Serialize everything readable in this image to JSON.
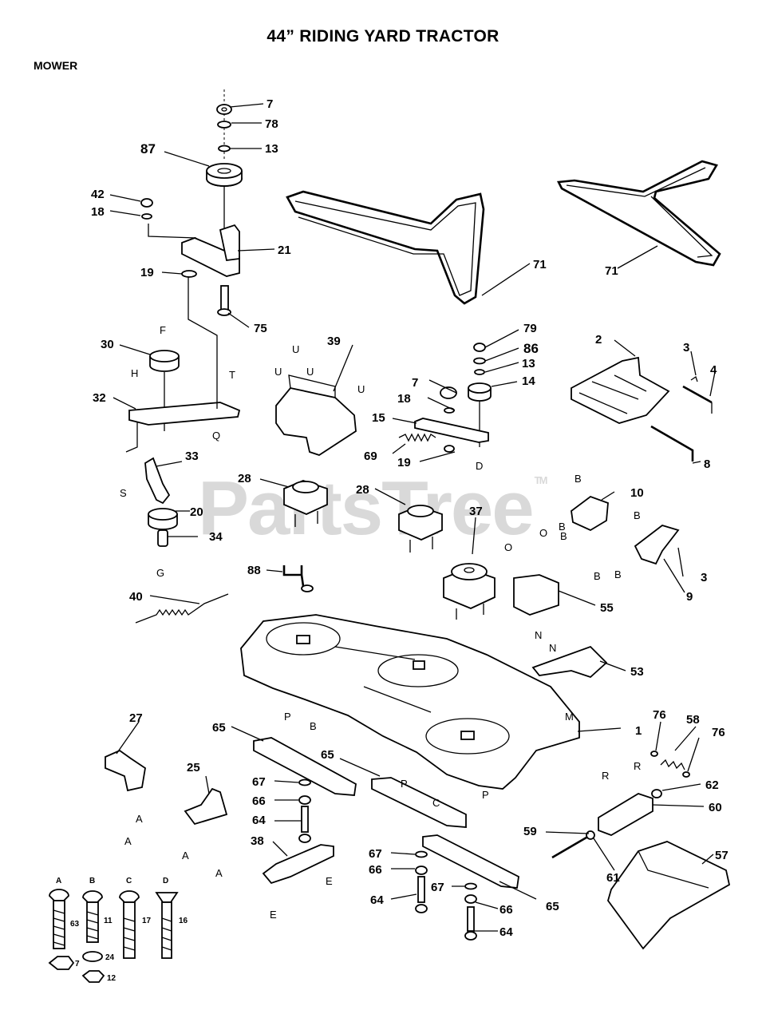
{
  "title": "44” RIDING YARD TRACTOR",
  "section": "MOWER",
  "watermark": "PartsTree",
  "watermark_mark": "TM",
  "hardware_keys": [
    "A",
    "B",
    "C",
    "D"
  ],
  "hardware_refs": [
    "63",
    "11",
    "17",
    "16",
    "7",
    "24",
    "12"
  ],
  "callouts": {
    "p7a": "7",
    "p78": "78",
    "p13a": "13",
    "p87": "87",
    "p42": "42",
    "p18a": "18",
    "p21": "21",
    "p19a": "19",
    "p75": "75",
    "p71a": "71",
    "p71b": "71",
    "p79": "79",
    "p86a": "86",
    "p13b": "13",
    "p14": "14",
    "p7b": "7",
    "p18b": "18",
    "p15": "15",
    "p69": "69",
    "p19b": "19",
    "p2": "2",
    "p3a": "3",
    "p4": "4",
    "p8": "8",
    "p30": "30",
    "p32": "32",
    "p33": "33",
    "p20": "20",
    "p34": "34",
    "p39": "39",
    "p28a": "28",
    "p28b": "28",
    "p37": "37",
    "p10": "10",
    "p9": "9",
    "p3b": "3",
    "p88": "88",
    "p40": "40",
    "p55": "55",
    "p53": "53",
    "p1": "1",
    "p27": "27",
    "p65a": "65",
    "p65b": "65",
    "p65c": "65",
    "p25": "25",
    "p67a": "67",
    "p66a": "66",
    "p64a": "64",
    "p38": "38",
    "p67b": "67",
    "p66b": "66",
    "p64b": "64",
    "p67c": "67",
    "p66c": "66",
    "p64c": "64",
    "p76a": "76",
    "p58": "58",
    "p76b": "76",
    "p62": "62",
    "p60": "60",
    "p59": "59",
    "p61": "61",
    "p57": "57"
  },
  "ref_letters": {
    "F": "F",
    "H": "H",
    "T": "T",
    "Q": "Q",
    "S": "S",
    "G": "G",
    "U1": "U",
    "U2": "U",
    "U3": "U",
    "U4": "U",
    "D": "D",
    "B1": "B",
    "B2": "B",
    "B3": "B",
    "B4": "B",
    "B5": "B",
    "B6": "B",
    "O1": "O",
    "O2": "O",
    "N1": "N",
    "N2": "N",
    "M": "M",
    "P1": "P",
    "P2": "P",
    "P3": "P",
    "B7": "B",
    "C": "C",
    "A1": "A",
    "A2": "A",
    "A3": "A",
    "A4": "A",
    "E1": "E",
    "E2": "E",
    "R1": "R",
    "R2": "R"
  }
}
